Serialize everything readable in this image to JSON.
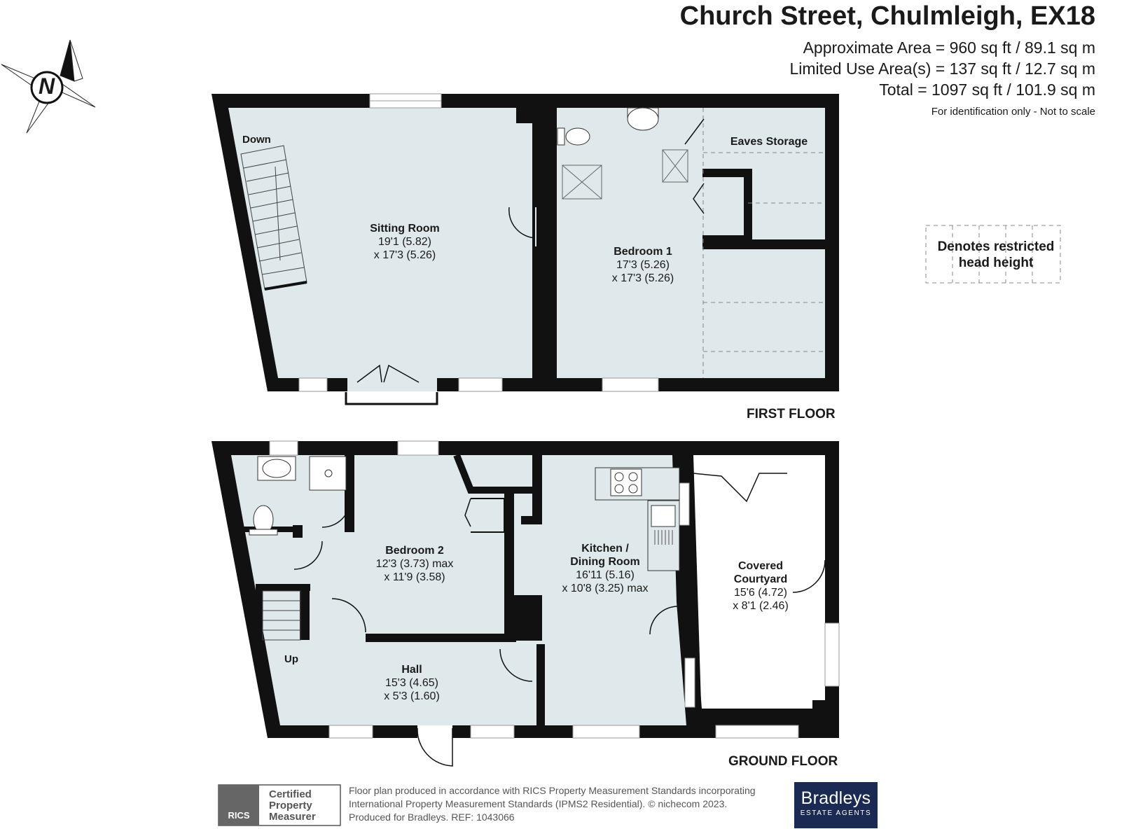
{
  "header": {
    "title": "Church Street, Chulmleigh, EX18",
    "approx_area": "Approximate Area = 960 sq ft / 89.1 sq m",
    "limited_use": "Limited Use Area(s) = 137 sq ft / 12.7 sq m",
    "total": "Total = 1097 sq ft / 101.9 sq m",
    "identification": "For identification only - Not to scale"
  },
  "compass": {
    "label": "N"
  },
  "legend": {
    "line1": "Denotes restricted",
    "line2": "head height"
  },
  "first_floor": {
    "label": "FIRST FLOOR",
    "stairs_label": "Down",
    "sitting_room": {
      "name": "Sitting Room",
      "dim1": "19'1 (5.82)",
      "dim2": "x 17'3 (5.26)"
    },
    "bedroom_1": {
      "name": "Bedroom 1",
      "dim1": "17'3 (5.26)",
      "dim2": "x 17'3 (5.26)"
    },
    "eaves_storage": {
      "name": "Eaves Storage"
    }
  },
  "ground_floor": {
    "label": "GROUND FLOOR",
    "stairs_label": "Up",
    "bedroom_2": {
      "name": "Bedroom 2",
      "dim1": "12'3 (3.73) max",
      "dim2": "x 11'9 (3.58)"
    },
    "kitchen": {
      "name1": "Kitchen /",
      "name2": "Dining Room",
      "dim1": "16'11 (5.16)",
      "dim2": "x 10'8 (3.25) max"
    },
    "courtyard": {
      "name1": "Covered",
      "name2": "Courtyard",
      "dim1": "15'6 (4.72)",
      "dim2": "x 8'1 (2.46)"
    },
    "hall": {
      "name": "Hall",
      "dim1": "15'3 (4.65)",
      "dim2": "x 5'3 (1.60)"
    }
  },
  "footer": {
    "line1": "Floor plan produced in accordance with RICS Property Measurement Standards incorporating",
    "line2": "International Property Measurement Standards (IPMS2 Residential).   © nichecom 2023.",
    "line3": "Produced for Bradleys.   REF:  1043066",
    "rics_logo": "RICS",
    "rics_line1": "Certified",
    "rics_line2": "Property",
    "rics_line3": "Measurer",
    "brand_name": "Bradleys",
    "brand_sub": "ESTATE AGENTS"
  },
  "colors": {
    "room_fill": "#dfe8ea",
    "wall": "#111111",
    "brand": "#1b2a52"
  }
}
